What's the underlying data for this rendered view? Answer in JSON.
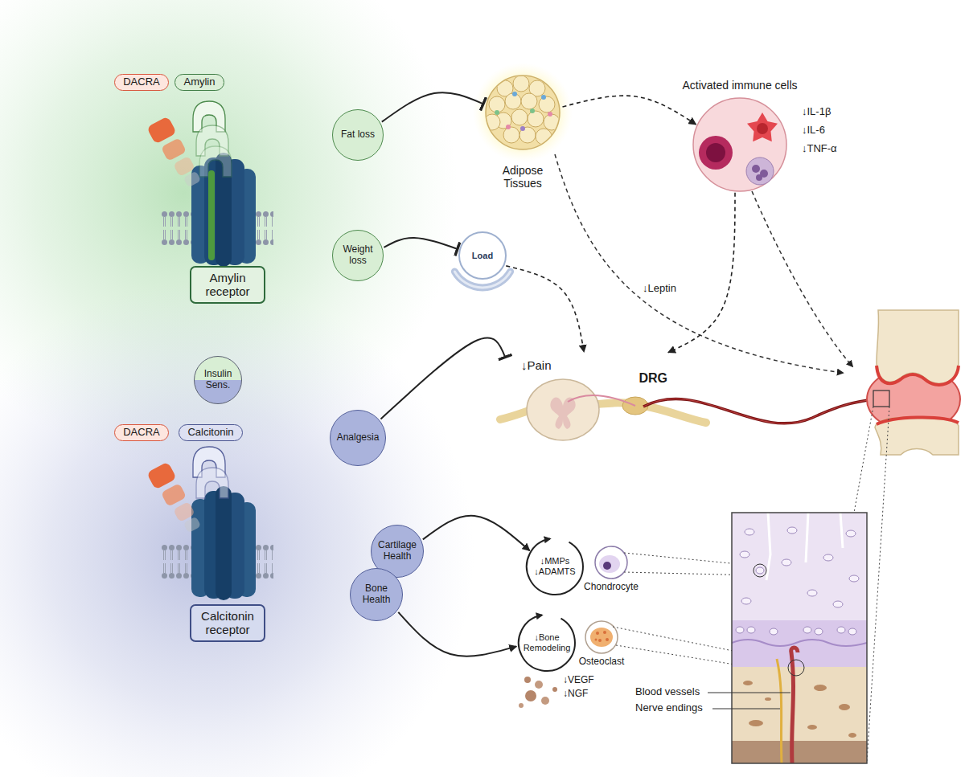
{
  "diagram": {
    "nodes": [
      {
        "text": [
          "DACRA"
        ]
      },
      {
        "text": [
          "Amylin"
        ]
      },
      {
        "text": [
          "Amylin receptor"
        ]
      },
      {
        "text": [
          "Fat loss"
        ]
      },
      {
        "text": [
          "Adipose Tissues"
        ]
      },
      {
        "text": [
          "Activated immune cells"
        ]
      },
      {
        "text": [
          "Weight loss"
        ]
      },
      {
        "text": [
          "Load"
        ]
      },
      {
        "text": [
          "Insulin Sens."
        ]
      },
      {
        "text": [
          "DACRA"
        ]
      },
      {
        "text": [
          "Calcitonin"
        ]
      },
      {
        "text": [
          "Calcitonin receptor"
        ]
      },
      {
        "text": [
          "Analgesia"
        ]
      },
      {
        "text": [
          "DRG"
        ]
      },
      {
        "text": [
          "Cartilage Health"
        ]
      },
      {
        "text": [
          "Bone Health"
        ]
      },
      {
        "text": [
          "↓MMPs ↓ADAMTS"
        ]
      },
      {
        "text": [
          "Chondrocyte"
        ]
      },
      {
        "text": [
          "↓Bone Remodeling"
        ]
      },
      {
        "text": [
          "Osteoclast"
        ]
      }
    ],
    "edges": [
      {
        "from": 3,
        "to": 4,
        "arrow": "to"
      },
      {
        "from": 4,
        "to": 5,
        "arrow": "to"
      },
      {
        "from": 6,
        "to": 7,
        "arrow": "to"
      },
      {
        "from": 7,
        "to": 13,
        "arrow": "to"
      },
      {
        "from": 5,
        "to": 13,
        "arrow": "to"
      },
      {
        "from": 12,
        "to": 13,
        "arrow": "to"
      },
      {
        "from": 14,
        "to": 16,
        "arrow": "to"
      },
      {
        "from": 15,
        "to": 18,
        "arrow": "to"
      }
    ],
    "labels": [
      "↓IL-1β",
      "↓IL-6",
      "↓TNF-α",
      "↓Leptin",
      "↓Pain",
      "↓VEGF",
      "↓NGF",
      "Blood vessels",
      "Nerve endings"
    ]
  }
}
